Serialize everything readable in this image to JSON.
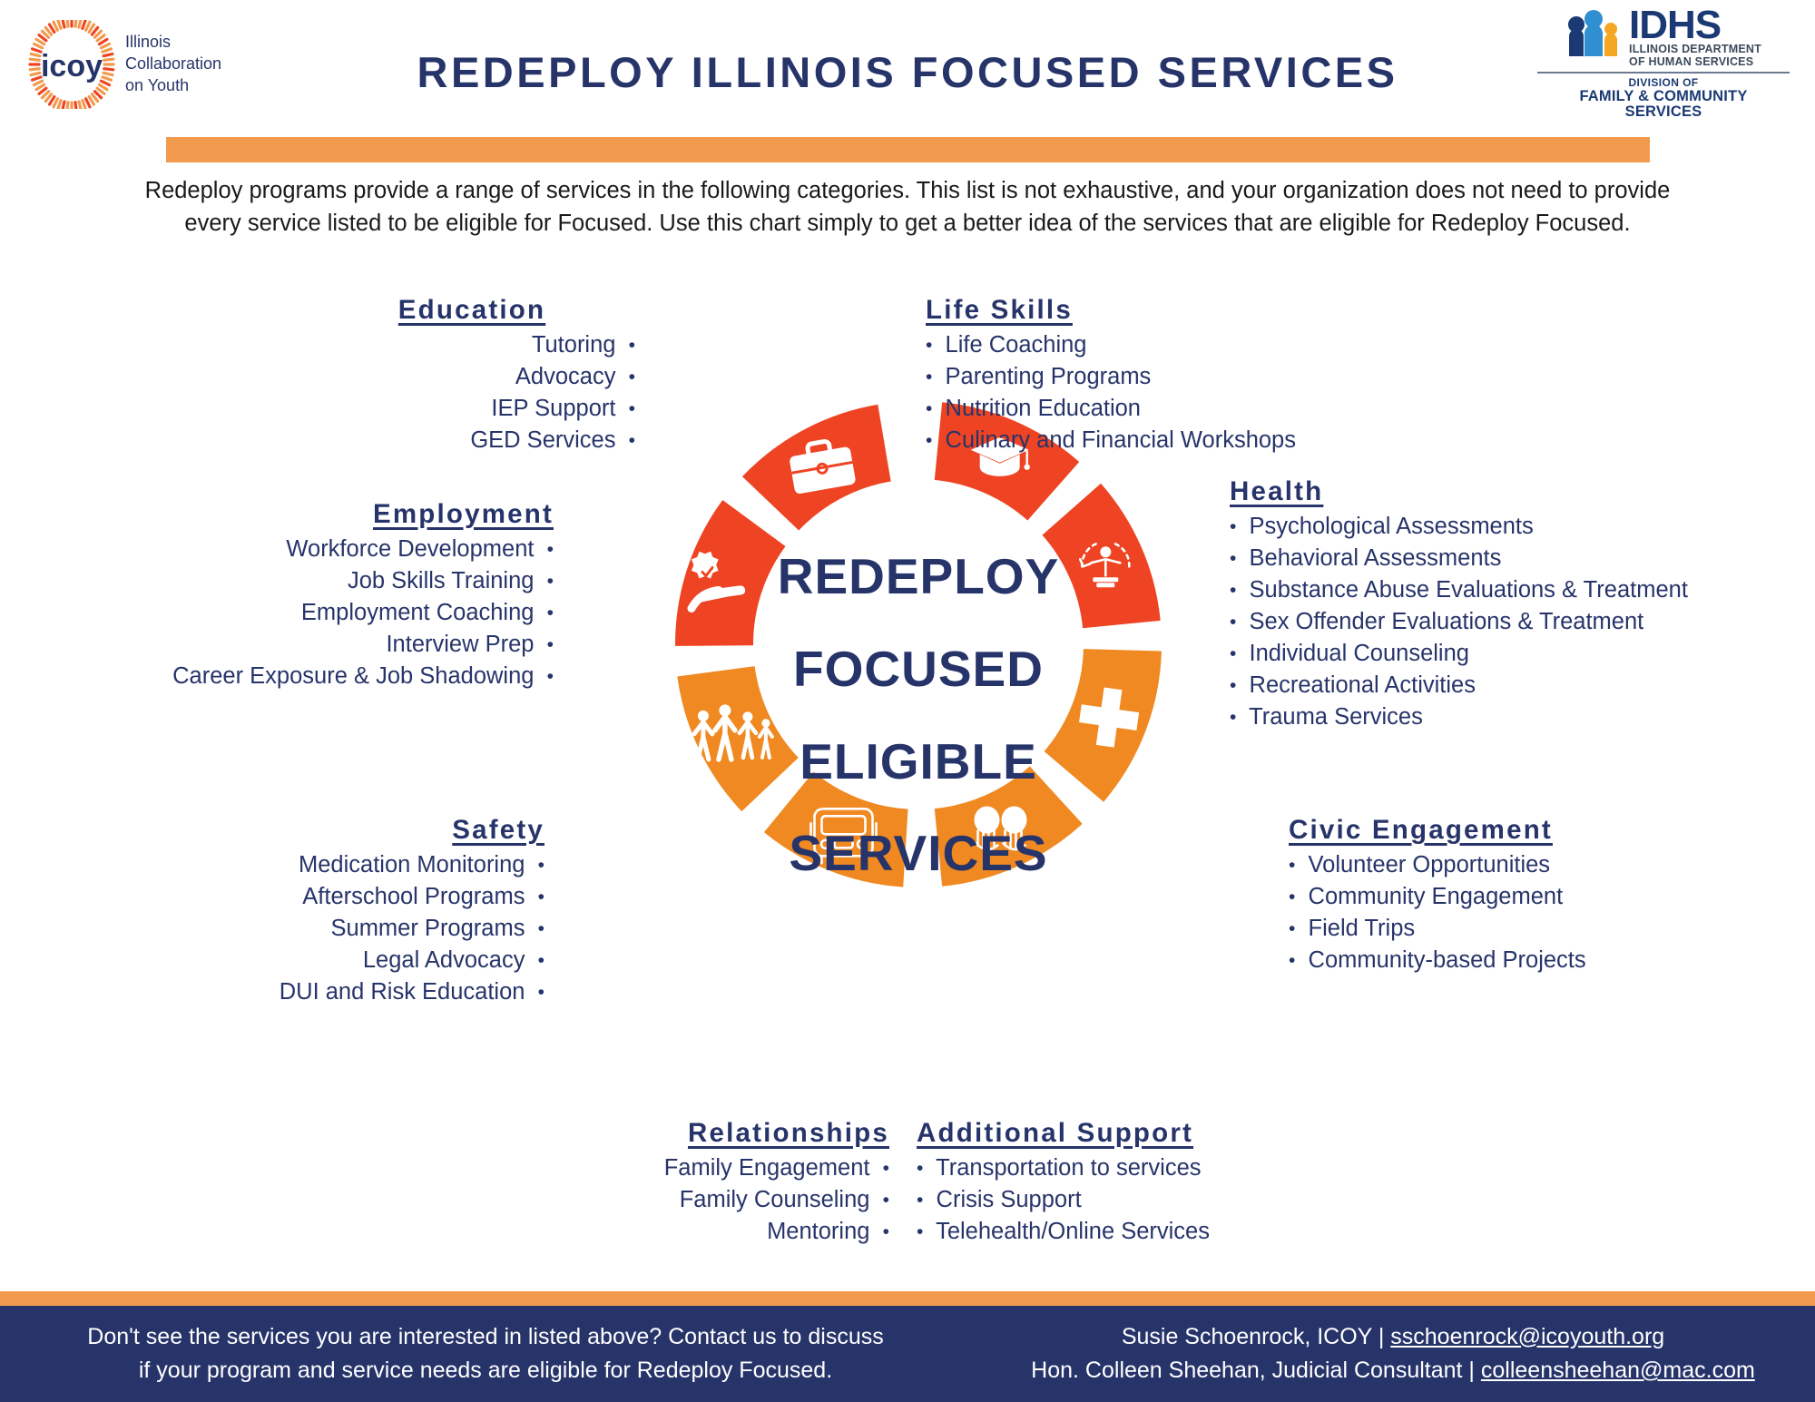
{
  "brand": {
    "primary_navy": "#27346a",
    "accent_orange": "#f29a4d",
    "segment_orange": "#f08922",
    "segment_red": "#ef4423"
  },
  "header": {
    "title": "REDEPLOY ILLINOIS FOCUSED SERVICES",
    "icoy_logo": {
      "wordmark": "icoy",
      "line1": "Illinois",
      "line2": "Collaboration",
      "line3": "on Youth"
    },
    "idhs_logo": {
      "acronym": "IDHS",
      "name_line1": "ILLINOIS DEPARTMENT",
      "name_line2": "OF HUMAN SERVICES",
      "division_label": "DIVISION OF",
      "division_line1": "FAMILY & COMMUNITY",
      "division_line2": "SERVICES"
    }
  },
  "intro": {
    "line1": "Redeploy programs provide a range of services in the following categories. This list is not exhaustive, and your organization does not need to provide",
    "line2": "every service listed to be eligible for Focused. Use this chart simply to get a better idea of the services that are eligible for Redeploy Focused."
  },
  "center": {
    "line1": "REDEPLOY",
    "line2": "FOCUSED",
    "line3": "ELIGIBLE",
    "line4": "SERVICES"
  },
  "categories": [
    {
      "id": "education",
      "title": "Education",
      "icon": "graduation-cap-icon",
      "color": "#ef4423",
      "align": "left",
      "items": [
        "Tutoring",
        "Advocacy",
        "IEP Support",
        "GED Services"
      ]
    },
    {
      "id": "lifeskills",
      "title": "Life Skills",
      "icon": "personal-growth-icon",
      "color": "#ef4423",
      "align": "right",
      "items": [
        "Life Coaching",
        "Parenting Programs",
        "Nutrition Education",
        "Culinary and Financial Workshops"
      ]
    },
    {
      "id": "health",
      "title": "Health",
      "icon": "medical-cross-icon",
      "color": "#f08922",
      "align": "right",
      "items": [
        "Psychological Assessments",
        "Behavioral Assessments",
        "Substance Abuse Evaluations & Treatment",
        "Sex Offender Evaluations & Treatment",
        "Individual Counseling",
        "Recreational Activities",
        "Trauma Services"
      ]
    },
    {
      "id": "civic",
      "title": "Civic Engagement",
      "icon": "raised-hands-icon",
      "color": "#f08922",
      "align": "right",
      "items": [
        "Volunteer Opportunities",
        "Community Engagement",
        "Field Trips",
        "Community-based Projects"
      ]
    },
    {
      "id": "addsupport",
      "title": "Additional Support",
      "icon": "bus-icon",
      "color": "#f08922",
      "align": "right",
      "items": [
        "Transportation to services",
        "Crisis Support",
        "Telehealth/Online Services"
      ]
    },
    {
      "id": "relationships",
      "title": "Relationships",
      "icon": "family-group-icon",
      "color": "#f08922",
      "align": "left",
      "items": [
        "Family Engagement",
        "Family Counseling",
        "Mentoring"
      ]
    },
    {
      "id": "safety",
      "title": "Safety",
      "icon": "hand-shield-check-icon",
      "color": "#ef4423",
      "align": "left",
      "items": [
        "Medication Monitoring",
        "Afterschool Programs",
        "Summer Programs",
        "Legal Advocacy",
        "DUI and Risk Education"
      ]
    },
    {
      "id": "employment",
      "title": "Employment",
      "icon": "briefcase-icon",
      "color": "#ef4423",
      "align": "left",
      "items": [
        "Workforce Development",
        "Job Skills Training",
        "Employment Coaching",
        "Interview Prep",
        "Career Exposure & Job Shadowing"
      ]
    }
  ],
  "footer": {
    "left_line1": "Don't see the services you are interested in listed above? Contact us to discuss",
    "left_line2": "if your program and service needs are eligible for Redeploy Focused.",
    "contact1_name": "Susie Schoenrock, ICOY",
    "contact1_sep": " | ",
    "contact1_email": "sschoenrock@icoyouth.org",
    "contact2_name": "Hon. Colleen Sheehan, Judicial Consultant",
    "contact2_sep": " | ",
    "contact2_email": "colleensheehan@mac.com"
  }
}
